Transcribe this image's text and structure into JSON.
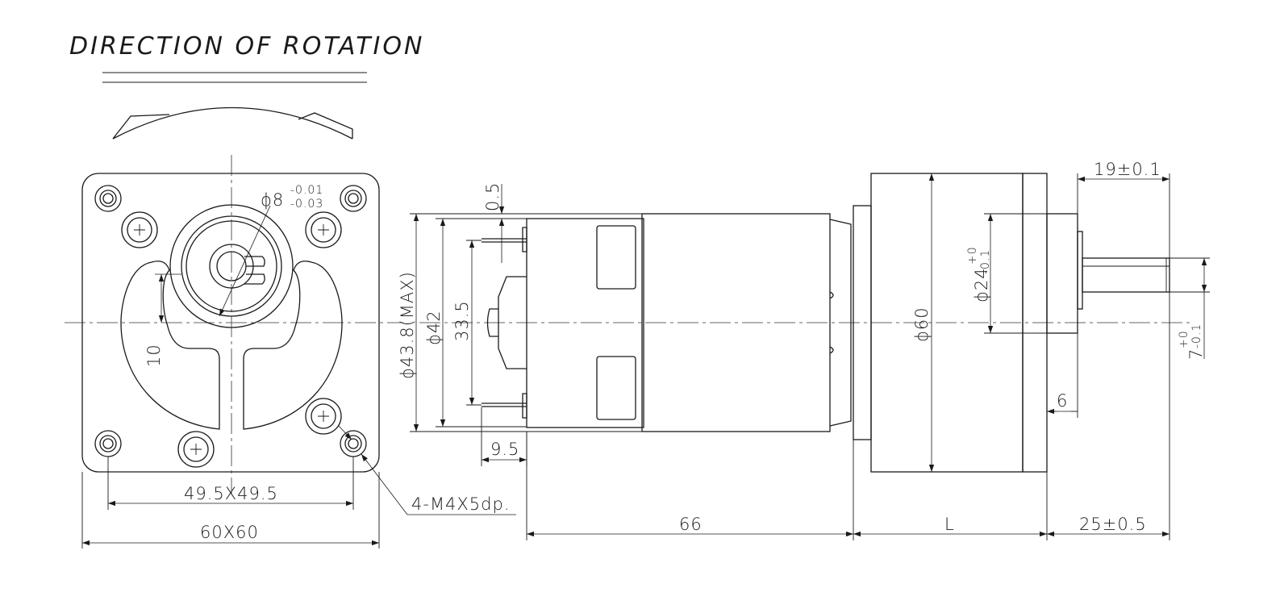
{
  "title": "DIRECTION OF ROTATION",
  "front_view": {
    "shaft_dia": "ϕ8",
    "shaft_tol_upper": "-0.01",
    "shaft_tol_lower": "-0.03",
    "offset": "10",
    "hole_spacing": "49.5X49.5",
    "flange_size": "60X60",
    "tapped_holes": "4-M4X5dp."
  },
  "side_view": {
    "dia_max": "ϕ43.8(MAX)",
    "dia_42": "ϕ42",
    "dim_33_5": "33.5",
    "dim_0_5": "0.5",
    "dim_9_5": "9.5",
    "dim_66": "66",
    "dia_60": "ϕ60",
    "dim_L": "L",
    "boss_dia": "ϕ24",
    "boss_tol_upper": "+0",
    "boss_tol_lower": "-0.1",
    "dim_19": "19±0.1",
    "dim_6": "6",
    "dim_25": "25±0.5",
    "shaft_flat": "7",
    "shaft_flat_tol_upper": "+0",
    "shaft_flat_tol_lower": "-0.1"
  }
}
